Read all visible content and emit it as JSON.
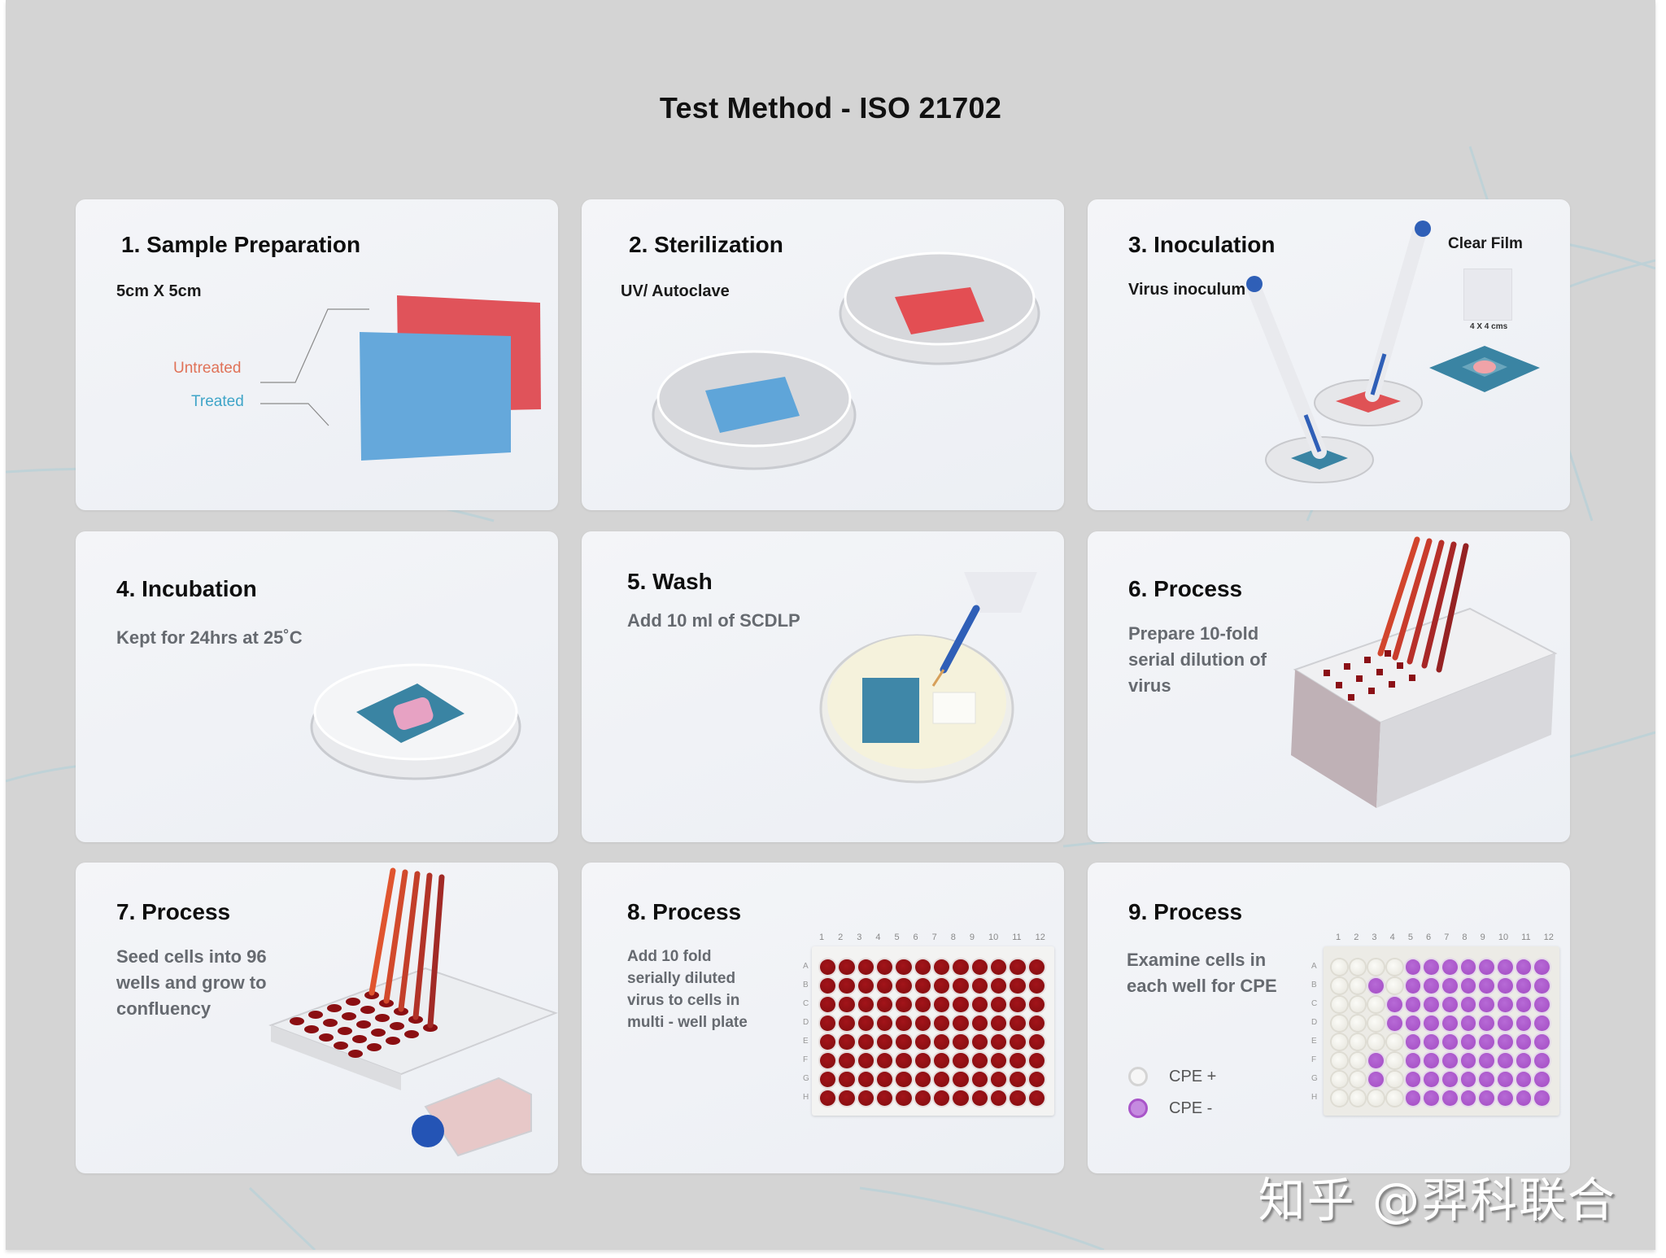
{
  "title": "Test Method - ISO 21702",
  "colors": {
    "untreated": "#e0535a",
    "treated": "#5fa5d9",
    "teal_sample": "#3a84a3",
    "well_red": "#8b0f12",
    "cpe_negative_purple": "#a955c9",
    "cpe_positive_white": "#ecebe4"
  },
  "steps": [
    {
      "title": "1. Sample Preparation",
      "subtitle": "5cm X 5cm",
      "labels": {
        "untreated": "Untreated",
        "treated": "Treated"
      }
    },
    {
      "title": "2. Sterilization",
      "subtitle": "UV/ Autoclave"
    },
    {
      "title": "3. Inoculation",
      "subtitle": "Virus inoculum",
      "film_label": "Clear Film",
      "film_size": "4 X 4 cms"
    },
    {
      "title": "4. Incubation",
      "description": "Kept for 24hrs at 25˚C"
    },
    {
      "title": "5. Wash",
      "description": "Add 10 ml of SCDLP"
    },
    {
      "title": "6. Process",
      "description": "Prepare 10-fold serial dilution of virus"
    },
    {
      "title": "7. Process",
      "description": "Seed cells into 96 wells and grow to confluency"
    },
    {
      "title": "8. Process",
      "description": "Add 10 fold serially diluted virus to cells in multi - well plate"
    },
    {
      "title": "9. Process",
      "description": "Examine cells in each well for CPE",
      "legend": [
        {
          "label": "CPE +"
        },
        {
          "label": "CPE -"
        }
      ]
    }
  ],
  "plate": {
    "columns": [
      "1",
      "2",
      "3",
      "4",
      "5",
      "6",
      "7",
      "8",
      "9",
      "10",
      "11",
      "12"
    ],
    "rows": [
      "A",
      "B",
      "C",
      "D",
      "E",
      "F",
      "G",
      "H"
    ]
  },
  "cpe_plate_negative_wells": {
    "A": [
      5,
      6,
      7,
      8,
      9,
      10,
      11,
      12
    ],
    "B": [
      3,
      5,
      6,
      7,
      8,
      9,
      10,
      11,
      12
    ],
    "C": [
      4,
      5,
      6,
      7,
      8,
      9,
      10,
      11,
      12
    ],
    "D": [
      4,
      5,
      6,
      7,
      8,
      9,
      10,
      11,
      12
    ],
    "E": [
      5,
      6,
      7,
      8,
      9,
      10,
      11,
      12
    ],
    "F": [
      3,
      5,
      6,
      7,
      8,
      9,
      10,
      11,
      12
    ],
    "G": [
      3,
      5,
      6,
      7,
      8,
      9,
      10,
      11,
      12
    ],
    "H": [
      5,
      6,
      7,
      8,
      9,
      10,
      11,
      12
    ]
  },
  "watermark": "知乎 @羿科联合"
}
